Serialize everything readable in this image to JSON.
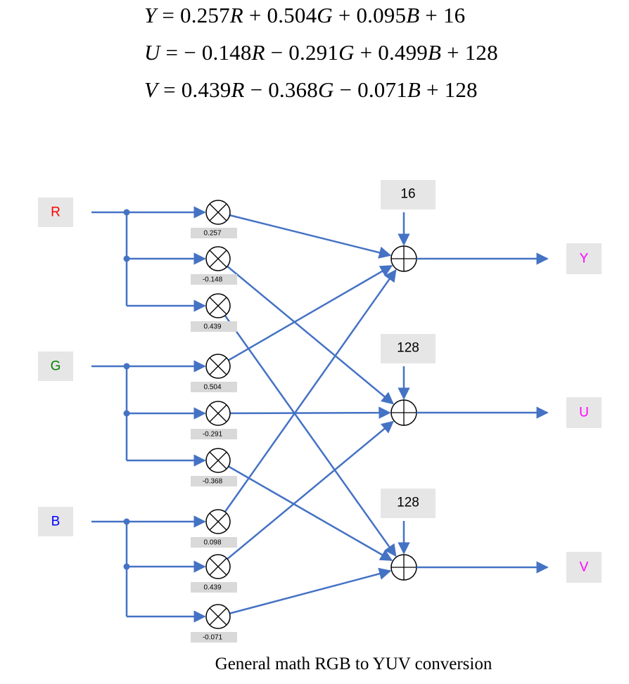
{
  "equations": {
    "y": {
      "lhs": "Y",
      "rhs_parts": [
        [
          "0.257",
          "R"
        ],
        [
          " + 0.504",
          "G"
        ],
        [
          " + 0.095",
          "B"
        ]
      ],
      "tail": " + 16"
    },
    "u": {
      "lhs": "U",
      "rhs_parts": [
        [
          "− 0.148",
          "R"
        ],
        [
          " − 0.291",
          "G"
        ],
        [
          " + 0.499",
          "B"
        ]
      ],
      "tail": " + 128"
    },
    "v": {
      "lhs": "V",
      "rhs_parts": [
        [
          "0.439",
          "R"
        ],
        [
          " − 0.368",
          "G"
        ],
        [
          " − 0.071",
          "B"
        ]
      ],
      "tail": " + 128"
    }
  },
  "inputs": [
    {
      "label": "R",
      "color": "#ff0000"
    },
    {
      "label": "G",
      "color": "#008000"
    },
    {
      "label": "B",
      "color": "#0000ff"
    }
  ],
  "coefficients": [
    "0.257",
    "-0.148",
    "0.439",
    "0.504",
    "-0.291",
    "-0.368",
    "0.098",
    "0.439",
    "-0.071"
  ],
  "offsets": [
    "16",
    "128",
    "128"
  ],
  "outputs": [
    {
      "label": "Y",
      "color": "#ff00ff"
    },
    {
      "label": "U",
      "color": "#ff00ff"
    },
    {
      "label": "V",
      "color": "#ff00ff"
    }
  ],
  "caption": "General math RGB to YUV conversion",
  "colors": {
    "line": "#4472c4",
    "box": "#e6e6e6",
    "coef_box": "#d9d9d9"
  }
}
